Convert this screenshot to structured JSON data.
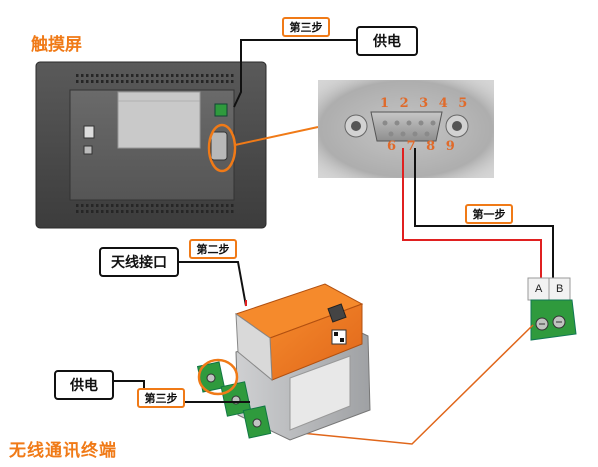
{
  "titles": {
    "touchscreen": "触摸屏",
    "wireless_terminal": "无线通讯终端"
  },
  "callouts": {
    "power_top": "供电",
    "antenna_port": "天线接口",
    "power_bottom": "供电"
  },
  "steps": {
    "step1": "第一步",
    "step2": "第二步",
    "step3_top": "第三步",
    "step3_bottom": "第三步"
  },
  "db9": {
    "pins_top": "1 2 3 4 5",
    "pins_bottom": "6 7 8 9"
  },
  "terminal_block": {
    "a": "A",
    "b": "B"
  },
  "colors": {
    "accent_orange": "#f07a17",
    "wire_red": "#e02020",
    "wire_black": "#111111",
    "panel_gray": "#4a4a4a"
  }
}
